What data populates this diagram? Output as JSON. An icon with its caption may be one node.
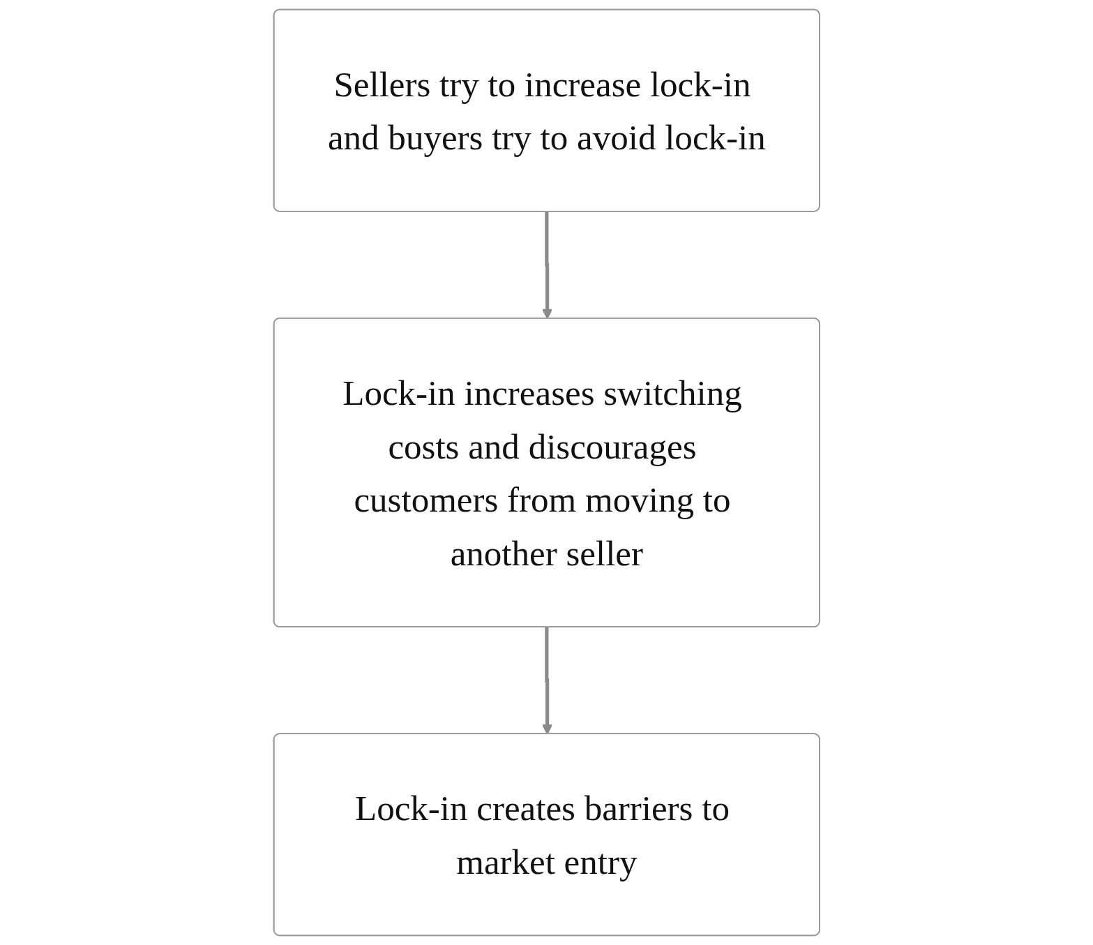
{
  "diagram": {
    "nodes": [
      {
        "text": [
          "Sellers try to increase lock-in and buyers try to avoid lock-in"
        ]
      },
      {
        "text": [
          "Lock-in increases switching costs and discourages customers from moving to another seller"
        ]
      },
      {
        "text": [
          "Lock-in creates barriers to market entry"
        ]
      }
    ],
    "edges": [
      {
        "from": 0,
        "to": 1,
        "arrow": "to"
      },
      {
        "from": 1,
        "to": 2,
        "arrow": "to"
      }
    ]
  }
}
